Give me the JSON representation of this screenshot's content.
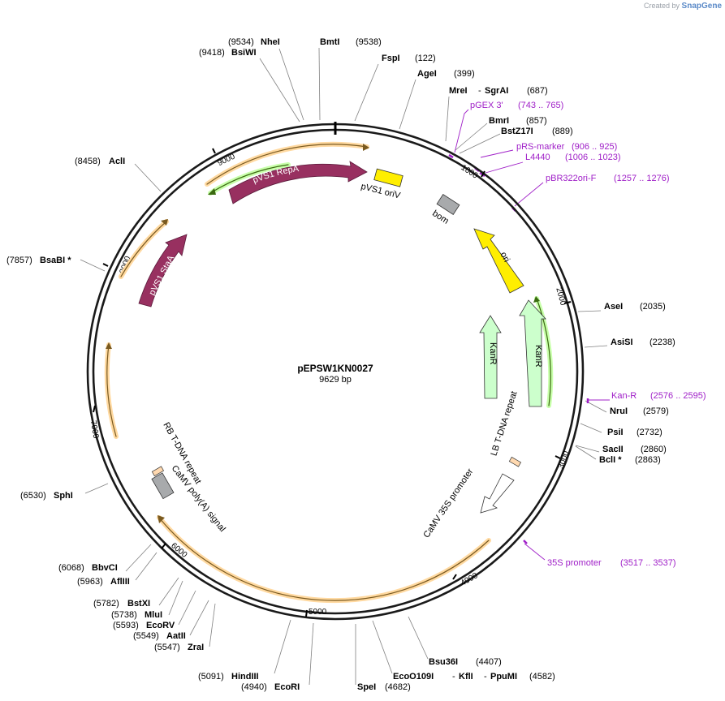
{
  "credit": {
    "prefix": "Created by",
    "brand": "SnapGene"
  },
  "plasmid": {
    "name": "pEPSW1KN0027",
    "size_label": "9629 bp",
    "length": 9629
  },
  "ticks": [
    "1000",
    "2000",
    "3000",
    "4000",
    "5000",
    "6000",
    "7000",
    "8000",
    "9000"
  ],
  "enzymes": [
    {
      "id": "NheI",
      "name": "NheI",
      "pos": "(9534)"
    },
    {
      "id": "BsiWI",
      "name": "BsiWI",
      "pos": "(9418)"
    },
    {
      "id": "BmtI",
      "name": "BmtI",
      "pos": "(9538)"
    },
    {
      "id": "FspI",
      "name": "FspI",
      "pos": "(122)"
    },
    {
      "id": "AgeI",
      "name": "AgeI",
      "pos": "(399)"
    },
    {
      "id": "MreI",
      "name": "MreI",
      "pos": "(687)"
    },
    {
      "id": "SgrAI",
      "name": "SgrAI",
      "pos": ""
    },
    {
      "id": "BmrI",
      "name": "BmrI",
      "pos": "(857)"
    },
    {
      "id": "BstZ17I",
      "name": "BstZ17I",
      "pos": "(889)"
    },
    {
      "id": "AclI",
      "name": "AclI",
      "pos": "(8458)"
    },
    {
      "id": "BsaBI",
      "name": "BsaBI *",
      "pos": "(7857)"
    },
    {
      "id": "AseI",
      "name": "AseI",
      "pos": "(2035)"
    },
    {
      "id": "AsiSI",
      "name": "AsiSI",
      "pos": "(2238)"
    },
    {
      "id": "NruI",
      "name": "NruI",
      "pos": "(2579)"
    },
    {
      "id": "PsiI",
      "name": "PsiI",
      "pos": "(2732)"
    },
    {
      "id": "SacII",
      "name": "SacII",
      "pos": "(2860)"
    },
    {
      "id": "BclI",
      "name": "BclI *",
      "pos": "(2863)"
    },
    {
      "id": "SphI",
      "name": "SphI",
      "pos": "(6530)"
    },
    {
      "id": "BbvCI",
      "name": "BbvCI",
      "pos": "(6068)"
    },
    {
      "id": "AflIII",
      "name": "AflIII",
      "pos": "(5963)"
    },
    {
      "id": "BstXI",
      "name": "BstXI",
      "pos": "(5782)"
    },
    {
      "id": "MluI",
      "name": "MluI",
      "pos": "(5738)"
    },
    {
      "id": "EcoRV",
      "name": "EcoRV",
      "pos": "(5593)"
    },
    {
      "id": "AatII",
      "name": "AatII",
      "pos": "(5549)"
    },
    {
      "id": "ZraI",
      "name": "ZraI",
      "pos": "(5547)"
    },
    {
      "id": "HindIII",
      "name": "HindIII",
      "pos": "(5091)"
    },
    {
      "id": "EcoRI",
      "name": "EcoRI",
      "pos": "(4940)"
    },
    {
      "id": "SpeI",
      "name": "SpeI",
      "pos": "(4682)"
    },
    {
      "id": "Bsu36I",
      "name": "Bsu36I",
      "pos": "(4407)"
    },
    {
      "id": "EcoO109I",
      "name": "EcoO109I",
      "pos": ""
    },
    {
      "id": "KflI",
      "name": "KflI",
      "pos": ""
    },
    {
      "id": "PpuMI",
      "name": "PpuMI",
      "pos": "(4582)"
    }
  ],
  "primers": [
    {
      "id": "pGEX3",
      "name": "pGEX 3'",
      "range": "(743 .. 765)"
    },
    {
      "id": "pRSmarker",
      "name": "pRS-marker",
      "range": "(906 .. 925)"
    },
    {
      "id": "L4440",
      "name": "L4440",
      "range": "(1006 .. 1023)"
    },
    {
      "id": "pBR322oriF",
      "name": "pBR322ori-F",
      "range": "(1257 .. 1276)"
    },
    {
      "id": "KanR",
      "name": "Kan-R",
      "range": "(2576 .. 2595)"
    },
    {
      "id": "p35S",
      "name": "35S promoter",
      "range": "(3517 .. 3537)"
    }
  ],
  "features": {
    "pvs1_repa": "pVS1 RepA",
    "pvs1_stab": "pVS1 StaA",
    "pvs1_oriv": "pVS1 oriV",
    "bom": "bom",
    "ori": "ori",
    "kanr_1": "KanR",
    "kanr_2": "KanR",
    "lb_repeat": "LB T-DNA repeat",
    "camv_35s": "CaMV 35S promoter",
    "rb_repeat": "RB T-DNA repeat",
    "camv_polya": "CaMV poly(A) signal"
  },
  "colors": {
    "repa": "#983060",
    "ori": "#ffee00",
    "bom": "#a8aaac",
    "kanr": "#ccffcc",
    "orf": "#ffd9a0",
    "primer": "#a020c8",
    "backbone": "#1a1a1a"
  }
}
